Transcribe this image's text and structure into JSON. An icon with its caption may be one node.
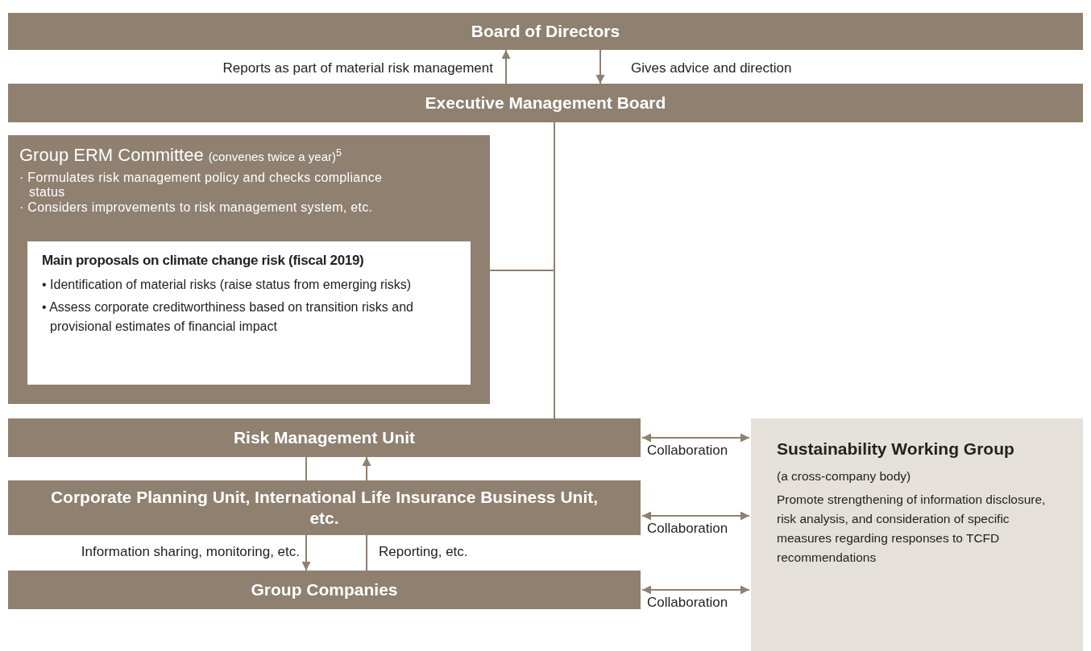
{
  "diagram": {
    "nodes": [
      {
        "text": [
          "Board of Directors"
        ]
      },
      {
        "text": [
          "Executive Management Board"
        ]
      },
      {
        "text": [
          "Group ERM Committee",
          "(convenes twice a year)$^{5}$",
          "· Formulates risk management policy and checks compliance status",
          "· Considers improvements to risk management system, etc."
        ]
      },
      {
        "text": [
          "Main proposals on climate change risk (fiscal 2019)",
          "• Identification of material risks (raise status from emerging risks)",
          "• Assess corporate creditworthiness based on transition risks and provisional estimates of financial impact"
        ],
        "in": 2
      },
      {
        "text": [
          "Risk Management Unit"
        ]
      },
      {
        "text": [
          "Corporate Planning Unit, International Life Insurance Business Unit, etc."
        ]
      },
      {
        "text": [
          "Group Companies"
        ]
      },
      {
        "text": [
          "Sustainability Working Group",
          "(a cross-company body)",
          "Promote strengthening of information disclosure, risk analysis, and consideration of specific measures regarding responses to TCFD recommendations"
        ]
      }
    ],
    "edges": [
      {
        "from": 1,
        "to": 0,
        "arrow": "to",
        "label": "Reports as part of material risk management"
      },
      {
        "from": 0,
        "to": 1,
        "arrow": "to",
        "label": "Gives advice and direction"
      },
      {
        "from": 2,
        "to": 1,
        "arrow": "none"
      },
      {
        "from": 1,
        "to": 4,
        "arrow": "none"
      },
      {
        "from": 4,
        "to": 5,
        "arrow": "none"
      },
      {
        "from": 5,
        "to": 4,
        "arrow": "to"
      },
      {
        "from": 5,
        "to": 6,
        "arrow": "to",
        "label": "Information sharing, monitoring, etc."
      },
      {
        "from": 6,
        "to": 5,
        "arrow": "none",
        "label": "Reporting, etc."
      },
      {
        "from": 4,
        "to": 7,
        "arrow": "both",
        "label": "Collaboration"
      },
      {
        "from": 5,
        "to": 7,
        "arrow": "both",
        "label": "Collaboration"
      },
      {
        "from": 6,
        "to": 7,
        "arrow": "both",
        "label": "Collaboration"
      }
    ]
  }
}
